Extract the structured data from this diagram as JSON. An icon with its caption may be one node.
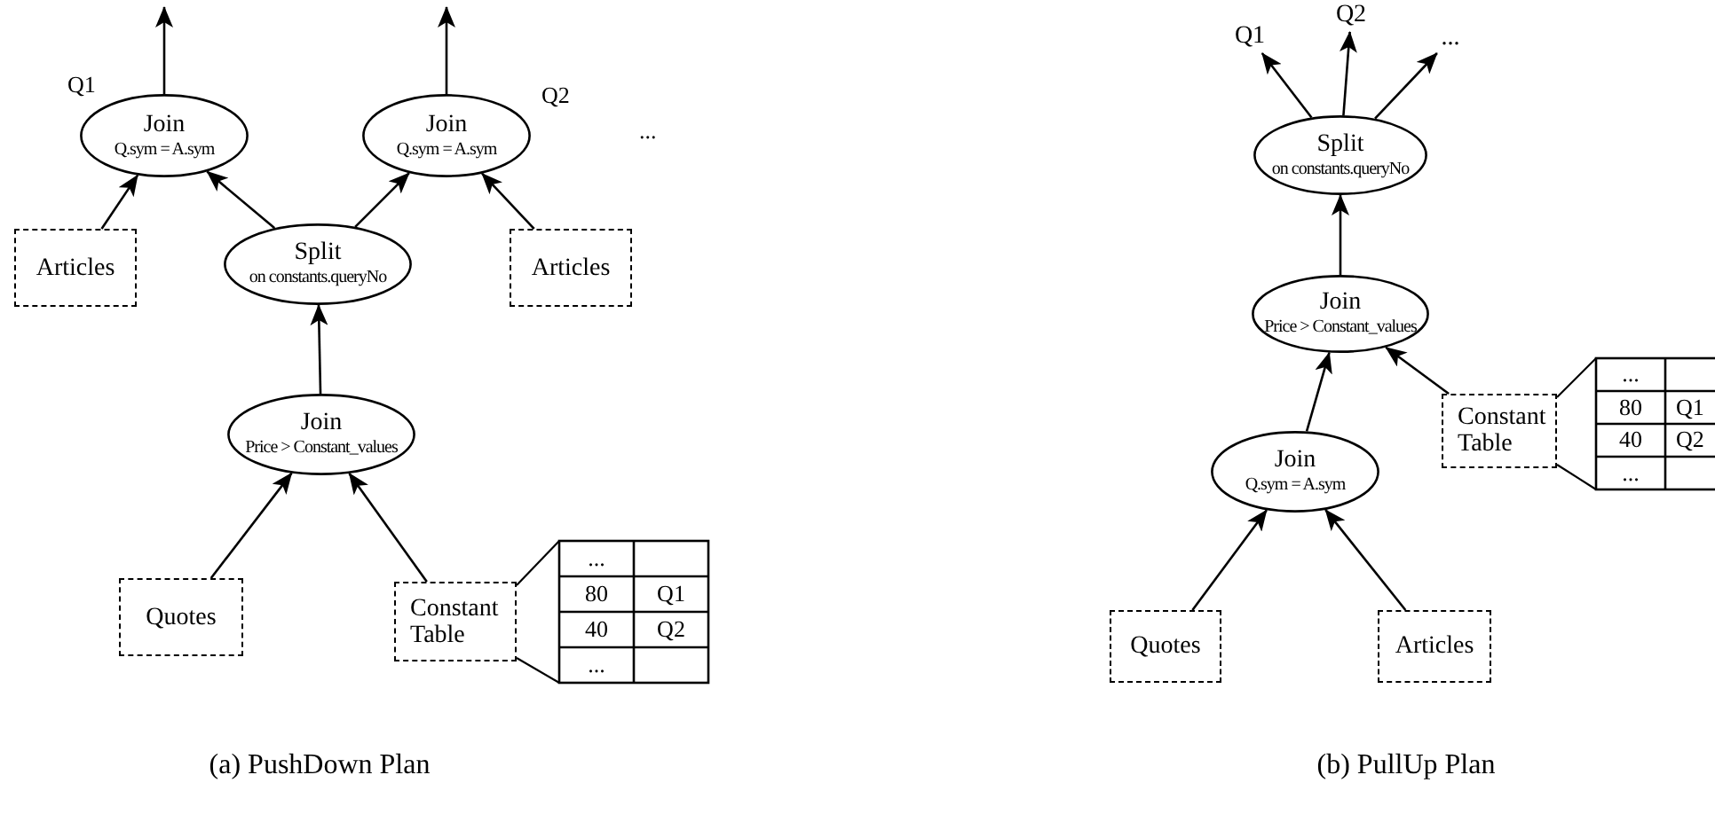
{
  "diagram": {
    "nodes": [
      {
        "text": [
          "Join",
          "Q.sym = A.sym"
        ],
        "beside": [
          "Q1"
        ]
      },
      {
        "text": [
          "Join",
          "Q.sym = A.sym"
        ],
        "beside": [
          "Q2"
        ]
      },
      {
        "text": [
          "Articles"
        ]
      },
      {
        "text": [
          "Split",
          "on constants.queryNo"
        ]
      },
      {
        "text": [
          "Articles"
        ]
      },
      {
        "text": [
          "Join",
          "Price > Constant_values"
        ]
      },
      {
        "text": [
          "Quotes"
        ]
      },
      {
        "text": [
          "Constant Table"
        ]
      },
      {
        "text": [
          "Q1"
        ]
      },
      {
        "text": [
          "Q2"
        ]
      },
      {
        "text": [
          "..."
        ]
      },
      {
        "text": [
          "Split",
          "on constants.queryNo"
        ]
      },
      {
        "text": [
          "Join",
          "Price > Constant_values"
        ]
      },
      {
        "text": [
          "Constant Table"
        ]
      },
      {
        "text": [
          "Join",
          "Q.sym = A.sym"
        ]
      },
      {
        "text": [
          "Quotes"
        ]
      },
      {
        "text": [
          "Articles"
        ]
      }
    ],
    "edges": [
      {
        "from": 0,
        "to": null,
        "arrow": "to"
      },
      {
        "from": 1,
        "to": null,
        "arrow": "to"
      },
      {
        "from": 2,
        "to": 0,
        "arrow": "to"
      },
      {
        "from": 3,
        "to": 0,
        "arrow": "to"
      },
      {
        "from": 3,
        "to": 1,
        "arrow": "to"
      },
      {
        "from": 4,
        "to": 1,
        "arrow": "to"
      },
      {
        "from": 5,
        "to": 3,
        "arrow": "to"
      },
      {
        "from": 6,
        "to": 5,
        "arrow": "to"
      },
      {
        "from": 7,
        "to": 5,
        "arrow": "to"
      },
      {
        "from": 11,
        "to": 8,
        "arrow": "to"
      },
      {
        "from": 11,
        "to": 9,
        "arrow": "to"
      },
      {
        "from": 11,
        "to": 10,
        "arrow": "to"
      },
      {
        "from": 12,
        "to": 11,
        "arrow": "to"
      },
      {
        "from": 13,
        "to": 12,
        "arrow": "to"
      },
      {
        "from": 14,
        "to": 12,
        "arrow": "to"
      },
      {
        "from": 15,
        "to": 14,
        "arrow": "to"
      },
      {
        "from": 16,
        "to": 14,
        "arrow": "to"
      }
    ],
    "labels": [
      "...",
      "...",
      "80",
      "Q1",
      "40",
      "Q2",
      "...",
      "...",
      "80",
      "Q1",
      "40",
      "Q2",
      "...",
      "(a) PushDown Plan",
      "(b) PullUp Plan"
    ]
  }
}
